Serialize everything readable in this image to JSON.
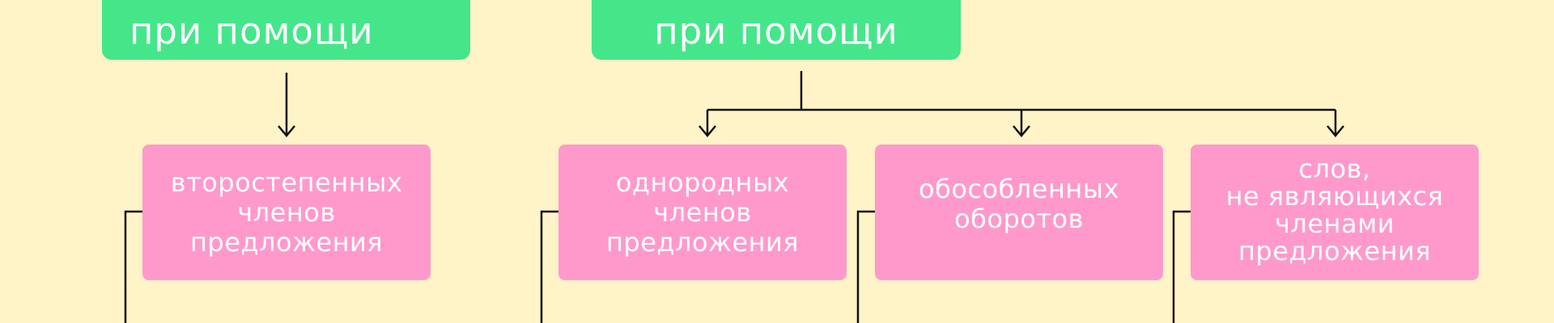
{
  "top_boxes": [
    {
      "id": "left",
      "lines": [
        "при помощи"
      ]
    },
    {
      "id": "right",
      "lines": [
        "при помощи"
      ]
    }
  ],
  "nodes": [
    {
      "id": "secondary-members",
      "lines": [
        "второстепенных",
        "членов",
        "предложения"
      ]
    },
    {
      "id": "homogeneous-members",
      "lines": [
        "однородных",
        "членов",
        "предложения"
      ]
    },
    {
      "id": "isolated-phrases",
      "lines": [
        "обособленных",
        "оборотов"
      ]
    },
    {
      "id": "non-member-words",
      "lines": [
        "слов,",
        "не являющихся",
        "членами",
        "предложения"
      ]
    }
  ],
  "colors": {
    "background": "#fff3c8",
    "top_box": "#45e68a",
    "node_box": "#ff99cc",
    "line": "#111111",
    "text": "#ffffff"
  }
}
